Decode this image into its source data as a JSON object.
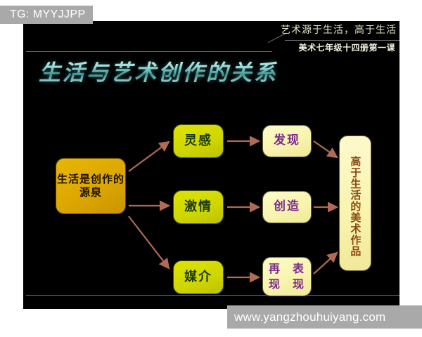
{
  "overlay": {
    "tag": "TG: MYYJJPP",
    "watermark": "www.yangzhouhuiyang.com"
  },
  "slide": {
    "title": "生活与艺术创作的关系",
    "course_line1": "艺术源于生活，高于生活",
    "course_line2": "美术七年级十四册第一课",
    "background_color": "#000000"
  },
  "diagram": {
    "source_node": {
      "label": "生活是创作的源泉",
      "color": "#e0aa00",
      "text_color": "#1d1000"
    },
    "middle_nodes": [
      {
        "label": "灵感",
        "color": "#d2d800",
        "text_color": "#1c3a12"
      },
      {
        "label": "激情",
        "color": "#d2d800",
        "text_color": "#1c3a12"
      },
      {
        "label": "媒介",
        "color": "#d2d800",
        "text_color": "#1c3a12"
      }
    ],
    "output_nodes": [
      {
        "label": "发现",
        "color": "#fbf7b4",
        "text_color": "#7c2b8c"
      },
      {
        "label": "创造",
        "color": "#fbf7b4",
        "text_color": "#7c2b8c"
      },
      {
        "label": "再现\n表现",
        "line1": "再现",
        "line2": "表现",
        "color": "#fbf7b4",
        "text_color": "#7c2b8c"
      }
    ],
    "result_node": {
      "label": "高于生活的美术作品",
      "color": "#fbf4b6",
      "text_color": "#8a4a12"
    },
    "arrow_color": "#b06a56"
  }
}
